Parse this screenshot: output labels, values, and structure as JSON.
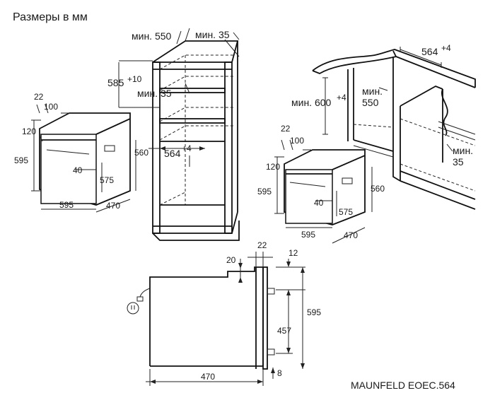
{
  "header": {
    "title": "Размеры в мм"
  },
  "footer": {
    "model": "MAUNFELD EOEC.564"
  },
  "column_cabinet": {
    "min_depth": "мин. 550",
    "min_gap_top": "мин. 35",
    "height": "585",
    "height_tol": "+10",
    "min_gap_mid": "мин. 35",
    "width": "564",
    "width_tol": "+4"
  },
  "oven_left": {
    "d22": "22",
    "d100": "100",
    "d120": "120",
    "d595h": "595",
    "d560": "560",
    "d40": "40",
    "d575": "575",
    "d595w": "595",
    "d470": "470"
  },
  "undercounter": {
    "width": "564",
    "width_tol": "+4",
    "min_height": "мин. 600",
    "min_height_tol": "+4",
    "min_depth": "мин.",
    "min_depth_val": "550",
    "min_gap": "мин.",
    "min_gap_val": "35"
  },
  "oven_right": {
    "d22": "22",
    "d100": "100",
    "d120": "120",
    "d595h": "595",
    "d560": "560",
    "d40": "40",
    "d575": "575",
    "d595w": "595",
    "d470": "470"
  },
  "side_view": {
    "d20": "20",
    "d22": "22",
    "d12": "12",
    "d595": "595",
    "d457": "457",
    "d8": "8",
    "d470": "470"
  }
}
